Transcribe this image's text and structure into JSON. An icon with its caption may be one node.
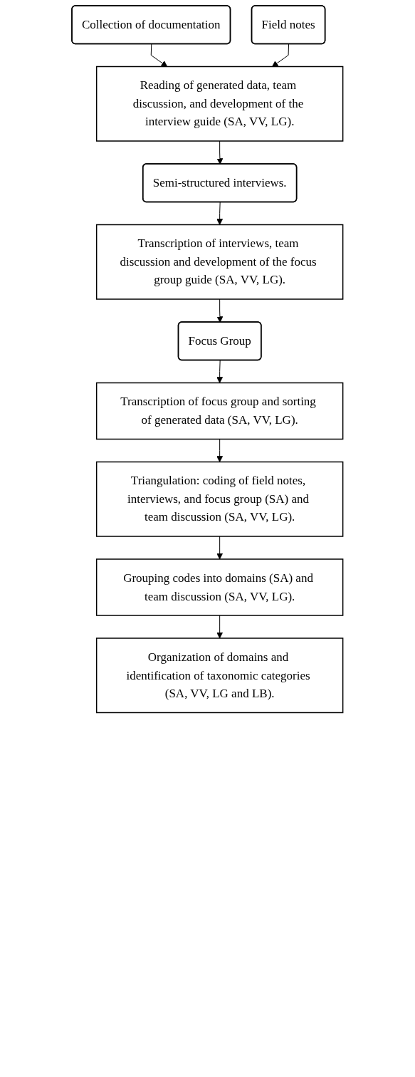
{
  "diagram": {
    "nodes": [
      {
        "text": [
          "Collection of documentation"
        ]
      },
      {
        "text": [
          "Field notes"
        ]
      },
      {
        "text": [
          "Reading of generated data, team discussion, and development of the interview guide (SA, VV, LG)."
        ]
      },
      {
        "text": [
          "Semi-structured interviews."
        ]
      },
      {
        "text": [
          "Transcription of interviews, team discussion and development of the focus group guide (SA, VV, LG)."
        ]
      },
      {
        "text": [
          "Focus Group"
        ]
      },
      {
        "text": [
          "Transcription of focus group and sorting of generated data (SA, VV, LG)."
        ]
      },
      {
        "text": [
          "Triangulation: coding of field notes, interviews, and focus group (SA) and team discussion (SA, VV, LG)."
        ]
      },
      {
        "text": [
          "Grouping codes into domains (SA) and team discussion (SA, VV, LG)."
        ]
      },
      {
        "text": [
          "Organization of domains and identification of taxonomic categories (SA, VV, LG and LB)."
        ]
      }
    ],
    "edges": [
      {
        "from": 0,
        "to": 2,
        "arrow": "to"
      },
      {
        "from": 1,
        "to": 2,
        "arrow": "to"
      },
      {
        "from": 2,
        "to": 3,
        "arrow": "to"
      },
      {
        "from": 3,
        "to": 4,
        "arrow": "to"
      },
      {
        "from": 4,
        "to": 5,
        "arrow": "to"
      },
      {
        "from": 5,
        "to": 6,
        "arrow": "to"
      },
      {
        "from": 6,
        "to": 7,
        "arrow": "to"
      },
      {
        "from": 7,
        "to": 8,
        "arrow": "to"
      },
      {
        "from": 8,
        "to": 9,
        "arrow": "to"
      }
    ]
  }
}
